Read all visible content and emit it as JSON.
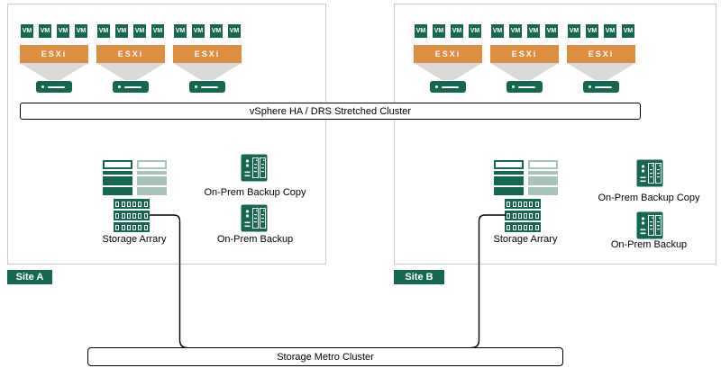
{
  "labels": {
    "vm": "VM",
    "esxi": "ESXi",
    "vsphere_cluster": "vSphere HA / DRS Stretched Cluster",
    "storage_metro_cluster": "Storage Metro Cluster"
  },
  "sites": [
    {
      "badge": "Site A",
      "host_count": 3,
      "vms_per_host": 4,
      "storage_label": "Storage Arrary",
      "backup_copy_label": "On-Prem Backup Copy",
      "backup_label": "On-Prem Backup"
    },
    {
      "badge": "Site B",
      "host_count": 3,
      "vms_per_host": 4,
      "storage_label": "Storage Arrary",
      "backup_copy_label": "On-Prem Backup Copy",
      "backup_label": "On-Prem Backup"
    }
  ],
  "colors": {
    "brand_green": "#156751",
    "light_green": "#a8c3b8",
    "esxi_orange": "#dd8e43",
    "funnel_gray": "#d9d9d9",
    "site_border_gray": "#c9c9c9",
    "connector_black": "#000000"
  }
}
